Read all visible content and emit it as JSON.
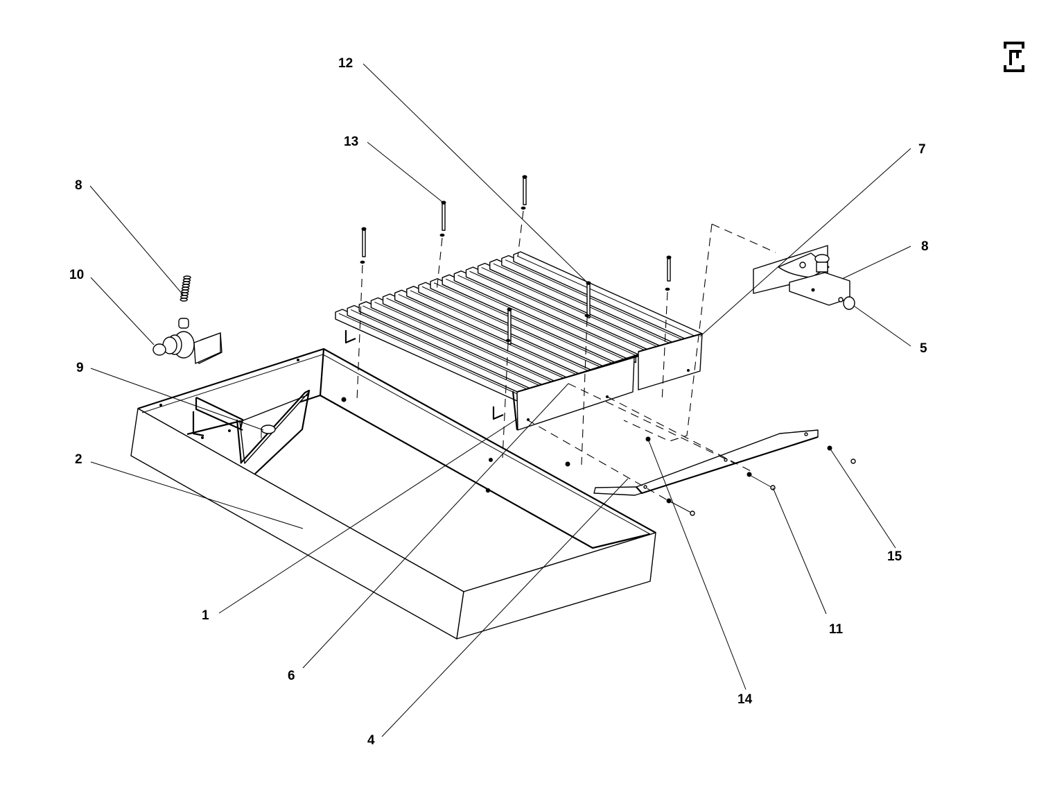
{
  "diagram": {
    "type": "exploded-parts-view",
    "view_marker": "F",
    "callouts": [
      {
        "id": "c1",
        "label": "1",
        "part": "grate-front-panel"
      },
      {
        "id": "c2",
        "label": "2",
        "part": "drip-tray"
      },
      {
        "id": "c4",
        "label": "4",
        "part": "support-rail"
      },
      {
        "id": "c5",
        "label": "5",
        "part": "adjustment-knob"
      },
      {
        "id": "c6",
        "label": "6",
        "part": "grate-assembly"
      },
      {
        "id": "c7",
        "label": "7",
        "part": "side-panel"
      },
      {
        "id": "c8a",
        "label": "8",
        "part": "spring"
      },
      {
        "id": "c8b",
        "label": "8",
        "part": "bracket-spring"
      },
      {
        "id": "c9",
        "label": "9",
        "part": "tray-divider"
      },
      {
        "id": "c10",
        "label": "10",
        "part": "pump"
      },
      {
        "id": "c11",
        "label": "11",
        "part": "screw"
      },
      {
        "id": "c12",
        "label": "12",
        "part": "long-bolt"
      },
      {
        "id": "c13",
        "label": "13",
        "part": "bolt"
      },
      {
        "id": "c14",
        "label": "14",
        "part": "nut"
      },
      {
        "id": "c15",
        "label": "15",
        "part": "washer"
      }
    ]
  }
}
